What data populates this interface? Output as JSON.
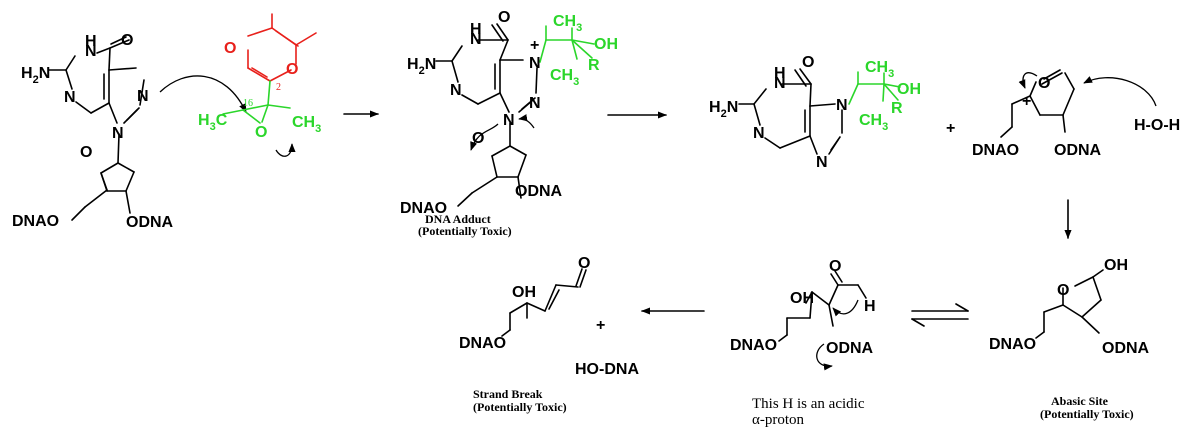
{
  "labels": {
    "N": "N",
    "NH": "H",
    "O": "O",
    "H2N": "H",
    "two": "2",
    "plus": "+",
    "CH3": "CH",
    "three": "3",
    "OH": "OH",
    "R": "R",
    "H3C": "H",
    "C": "C",
    "DNAO": "DNAO",
    "ODNA": "ODNA",
    "HOH": "H-O-H",
    "HODNA": "HO-DNA",
    "H": "H"
  },
  "numbering": {
    "c2": "2",
    "c16": "16"
  },
  "captions": {
    "adduct_line1": "DNA Adduct",
    "adduct_line2": "(Potentially Toxic)",
    "strand_line1": "Strand Break",
    "strand_line2": "(Potentially Toxic)",
    "abasic_line1": "Abasic Site",
    "abasic_line2": "(Potentially Toxic)",
    "note_line1": "This H is an acidic",
    "note_line2": "α-proton"
  },
  "colors": {
    "text": "#000000",
    "epoxide_ring": "#e8201b",
    "side_chain": "#2bd62b"
  },
  "arrow_style": "single-headed reaction arrows; equilibrium half-arrows between hydrate and open-chain aldehyde"
}
